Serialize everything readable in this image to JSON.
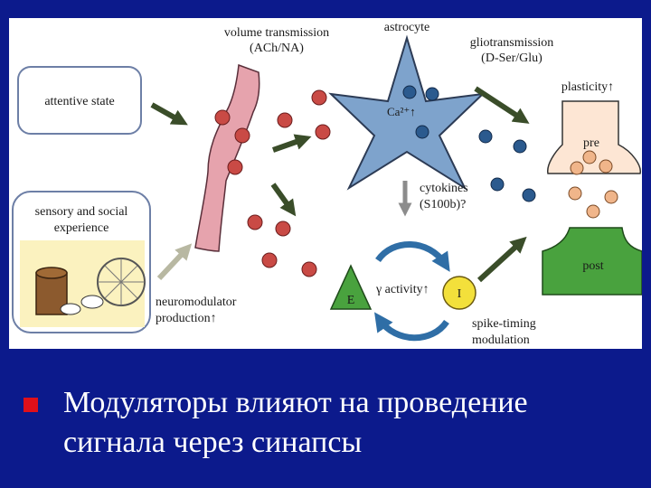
{
  "diagram": {
    "labels": {
      "attentive_state": "attentive state",
      "sensory_line1": "sensory and social",
      "sensory_line2": "experience",
      "volume_line1": "volume transmission",
      "volume_line2": "(ACh/NA)",
      "astrocyte": "astrocyte",
      "glio_line1": "gliotransmission",
      "glio_line2": "(D-Ser/Glu)",
      "plasticity": "plasticity↑",
      "ca": "Ca²⁺↑",
      "cyto_line1": "cytokines",
      "cyto_line2": "(S100b)?",
      "pre": "pre",
      "post": "post",
      "neuro_line1": "neuromodulator",
      "neuro_line2": "production↑",
      "e": "E",
      "i": "I",
      "gamma": "γ activity↑",
      "spike_line1": "spike-timing",
      "spike_line2": "modulation"
    },
    "colors": {
      "neuron": "#e6a3ad",
      "red_vesicle": "#c94a45",
      "astrocyte": "#7ea3cc",
      "blue_vesicle": "#2b5a8e",
      "pre_fill": "#fde6d4",
      "orange_vesicle": "#f0b58a",
      "post": "#49a23e",
      "e_triangle": "#49a23e",
      "i_circle": "#f3e03b",
      "cycle_arrow": "#2f6ea6",
      "dark_arrow": "#3a4d29",
      "gray_arrow": "#b8b8a2"
    }
  },
  "caption": {
    "line1": "Модуляторы влияют на проведение",
    "line2": "сигнала через синапсы"
  }
}
